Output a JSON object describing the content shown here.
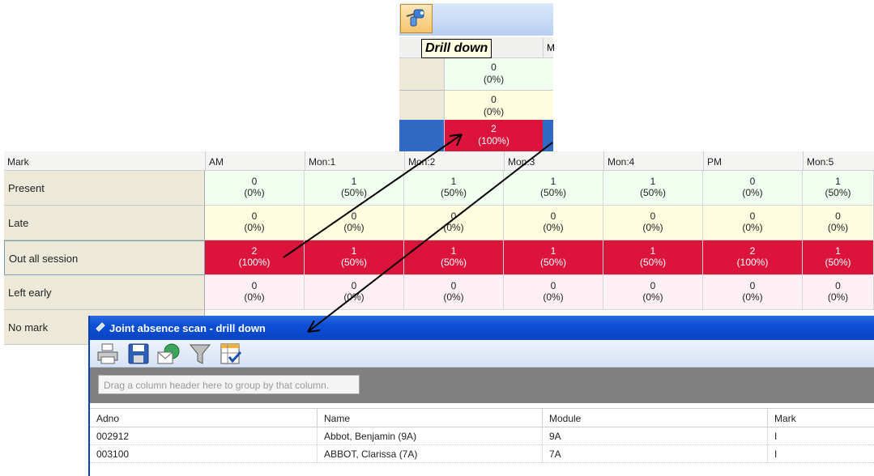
{
  "inset": {
    "tooltip": "Drill down",
    "header_edge": "M",
    "rows": [
      {
        "count": "0",
        "pct": "(0%)"
      },
      {
        "count": "0",
        "pct": "(0%)"
      },
      {
        "count": "2",
        "pct": "(100%)"
      }
    ]
  },
  "grid": {
    "headers": [
      "Mark",
      "AM",
      "Mon:1",
      "Mon:2",
      "Mon:3",
      "Mon:4",
      "PM",
      "Mon:5"
    ],
    "rows": [
      {
        "label": "Present",
        "cells": [
          [
            "0",
            "(0%)"
          ],
          [
            "1",
            "(50%)"
          ],
          [
            "1",
            "(50%)"
          ],
          [
            "1",
            "(50%)"
          ],
          [
            "1",
            "(50%)"
          ],
          [
            "0",
            "(0%)"
          ],
          [
            "1",
            "(50%)"
          ]
        ]
      },
      {
        "label": "Late",
        "cells": [
          [
            "0",
            "(0%)"
          ],
          [
            "0",
            "(0%)"
          ],
          [
            "0",
            "(0%)"
          ],
          [
            "0",
            "(0%)"
          ],
          [
            "0",
            "(0%)"
          ],
          [
            "0",
            "(0%)"
          ],
          [
            "0",
            "(0%)"
          ]
        ]
      },
      {
        "label": "Out all session",
        "cells": [
          [
            "2",
            "(100%)"
          ],
          [
            "1",
            "(50%)"
          ],
          [
            "1",
            "(50%)"
          ],
          [
            "1",
            "(50%)"
          ],
          [
            "1",
            "(50%)"
          ],
          [
            "2",
            "(100%)"
          ],
          [
            "1",
            "(50%)"
          ]
        ]
      },
      {
        "label": "Left early",
        "cells": [
          [
            "0",
            "(0%)"
          ],
          [
            "0",
            "(0%)"
          ],
          [
            "0",
            "(0%)"
          ],
          [
            "0",
            "(0%)"
          ],
          [
            "0",
            "(0%)"
          ],
          [
            "0",
            "(0%)"
          ],
          [
            "0",
            "(0%)"
          ]
        ]
      },
      {
        "label": "No mark",
        "cells": []
      }
    ]
  },
  "window": {
    "title": "Joint absence scan - drill down",
    "toolbar_icons": [
      "print-icon",
      "save-icon",
      "email-icon",
      "filter-icon",
      "column-chooser-icon"
    ],
    "group_hint": "Drag a column header here to group by that column.",
    "columns": [
      "Adno",
      "Name",
      "Module",
      "Mark"
    ],
    "rows": [
      [
        "002912",
        "Abbot, Benjamin (9A)",
        "9A",
        "I"
      ],
      [
        "003100",
        "ABBOT, Clarissa (7A)",
        "7A",
        "I"
      ]
    ]
  },
  "colors": {
    "present": "#f0fff0",
    "late": "#fffde0",
    "out": "#dc143c",
    "left": "#fff0f5",
    "titlebar": "#0b4fd6"
  }
}
